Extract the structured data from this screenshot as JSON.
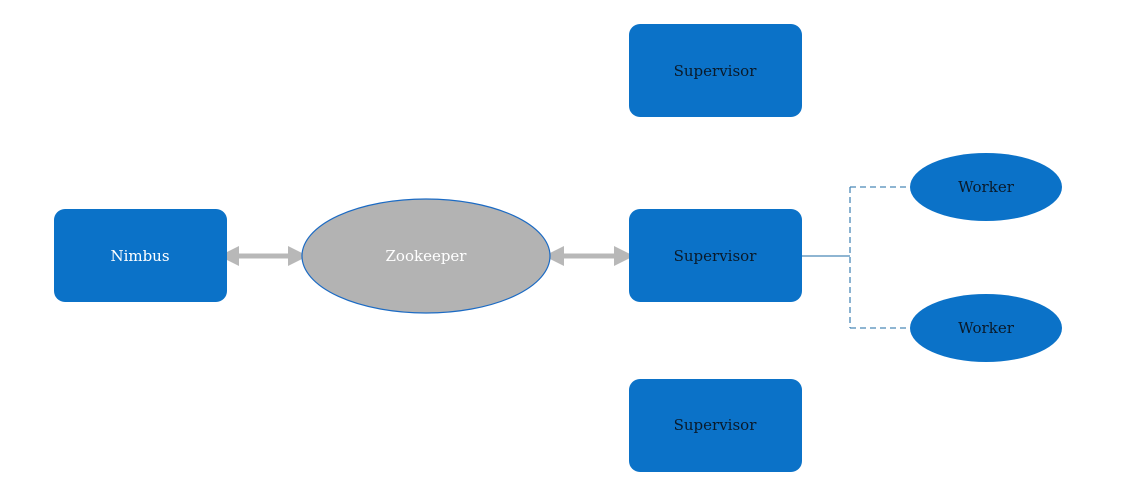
{
  "nodes": {
    "nimbus": "Nimbus",
    "zookeeper": "Zookeeper",
    "supervisor_top": "Supervisor",
    "supervisor_middle": "Supervisor",
    "supervisor_bottom": "Supervisor",
    "worker_top": "Worker",
    "worker_bottom": "Worker"
  },
  "colors": {
    "box_fill": "#0b72c8",
    "box_text_dark": "#0a1a2a",
    "box_text_light": "#ffffff",
    "zookeeper_fill": "#b3b3b3",
    "zookeeper_stroke": "#1c6bc4",
    "arrow": "#b8b8b8",
    "connector": "#4a89b8"
  }
}
